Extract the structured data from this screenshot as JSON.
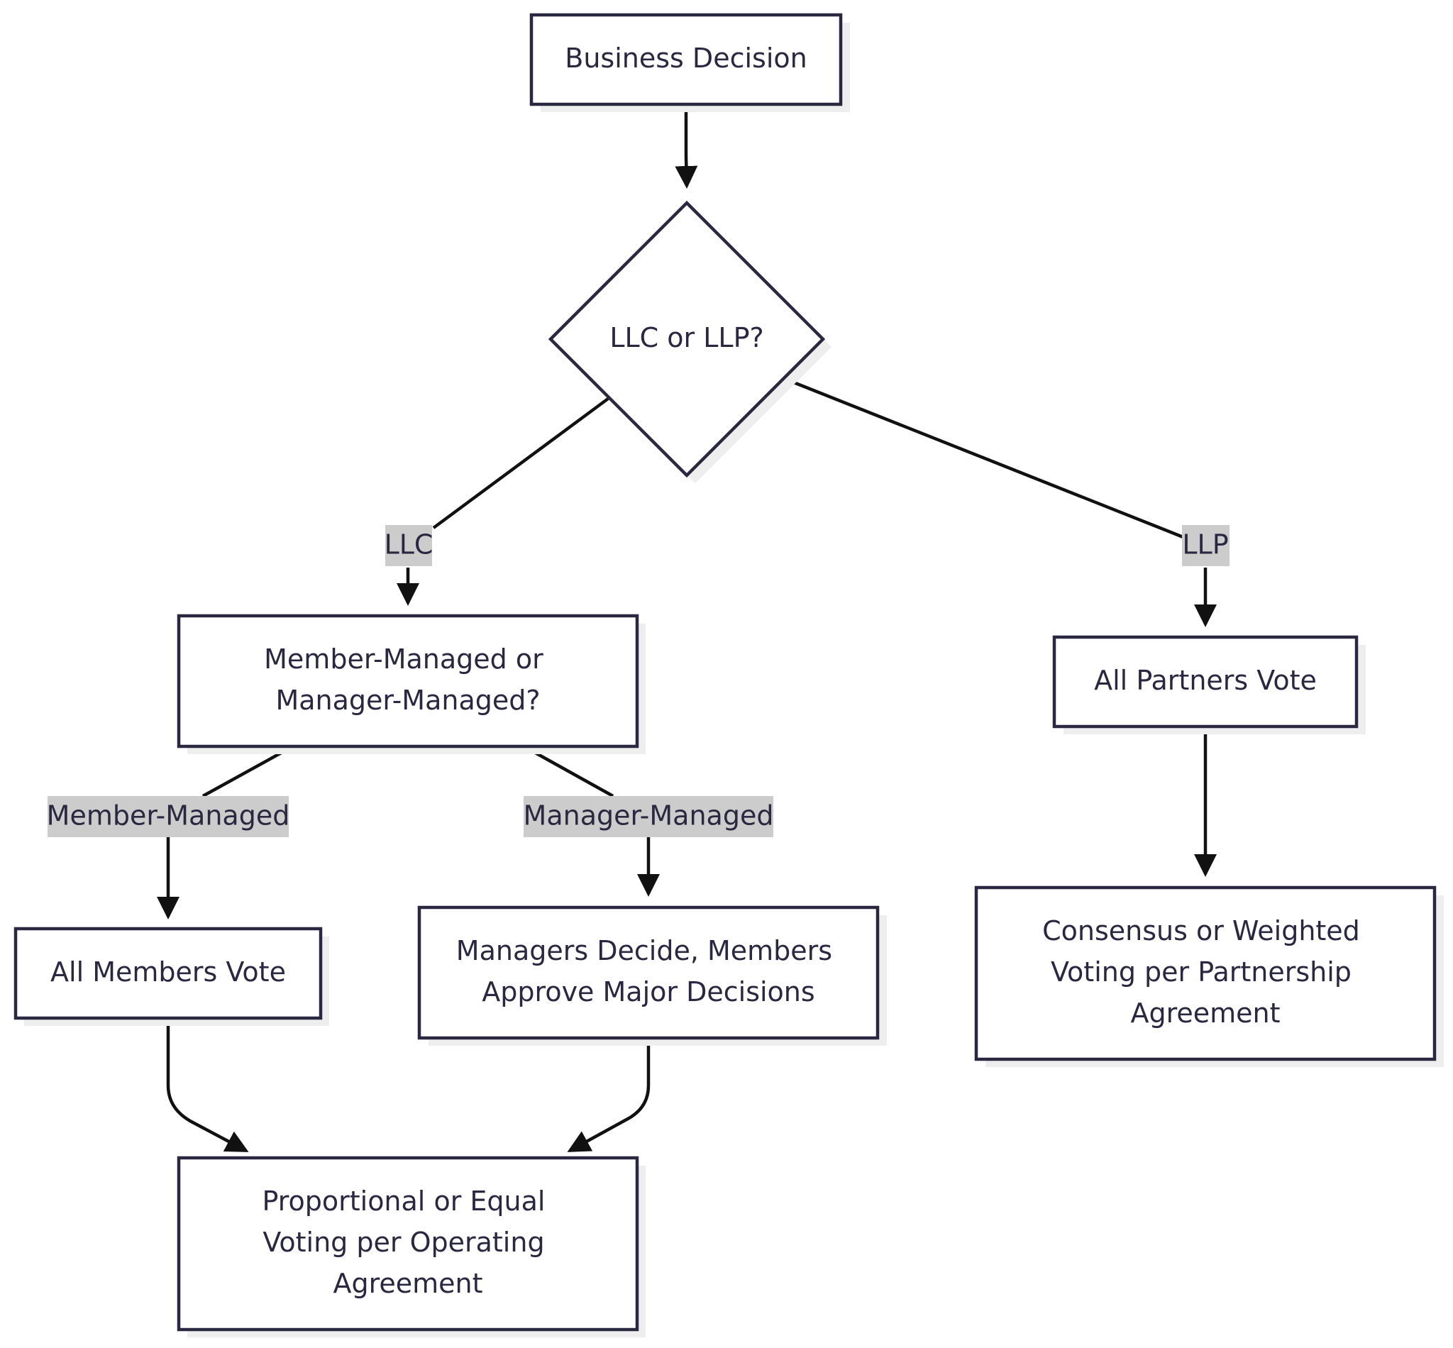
{
  "colors": {
    "node_stroke": "#2a2840",
    "node_fill": "#ffffff",
    "shadow": "#eeeeee",
    "edge": "#111111",
    "label_bg": "#cccccc",
    "text": "#2a2840"
  },
  "nodes": {
    "business_decision": {
      "lines": [
        "Business Decision"
      ]
    },
    "llc_or_llp": {
      "lines": [
        "LLC or LLP?"
      ]
    },
    "member_or_manager": {
      "lines": [
        "Member-Managed or",
        "Manager-Managed?"
      ]
    },
    "all_partners_vote": {
      "lines": [
        "All Partners Vote"
      ]
    },
    "all_members_vote": {
      "lines": [
        "All Members Vote"
      ]
    },
    "managers_decide": {
      "lines": [
        "Managers Decide, Members",
        "Approve Major Decisions"
      ]
    },
    "consensus_weighted": {
      "lines": [
        "Consensus or Weighted",
        "Voting per Partnership",
        "Agreement"
      ]
    },
    "proportional_equal": {
      "lines": [
        "Proportional or Equal",
        "Voting per Operating",
        "Agreement"
      ]
    }
  },
  "edge_labels": {
    "llc": "LLC",
    "llp": "LLP",
    "member_managed": "Member-Managed",
    "manager_managed": "Manager-Managed"
  }
}
